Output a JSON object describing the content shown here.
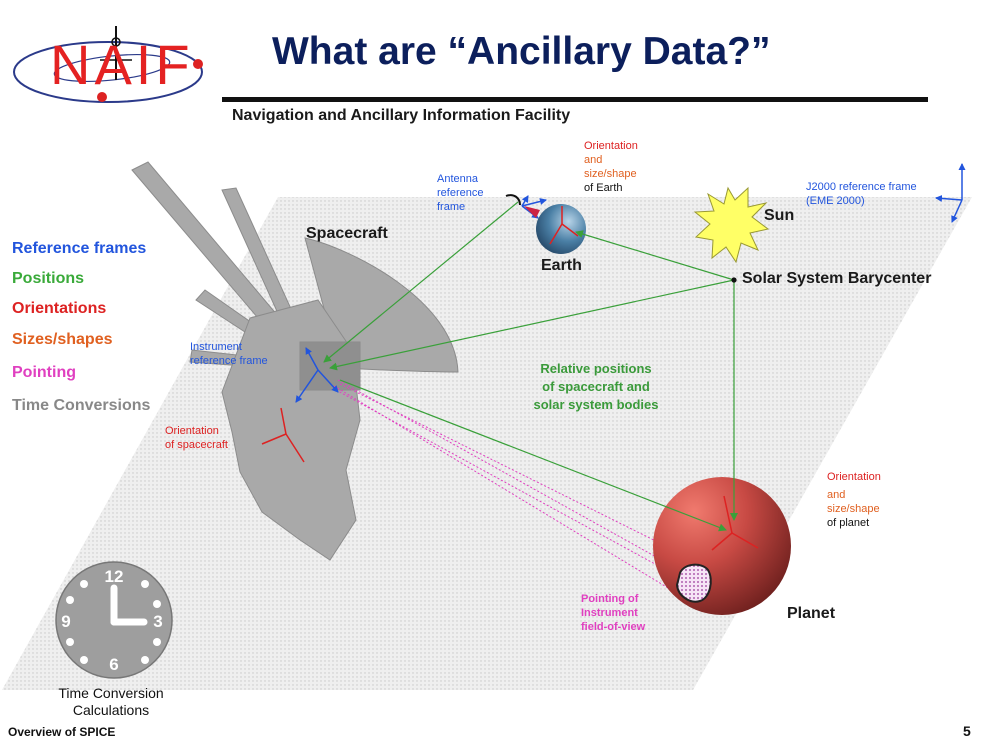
{
  "logo": {
    "text": "NAIF"
  },
  "title": "What are “Ancillary Data?”",
  "subtitle": "Navigation and Ancillary Information Facility",
  "footer": {
    "left": "Overview of SPICE",
    "page": "5"
  },
  "legend": [
    {
      "label": "Reference frames",
      "color": "#2255dd"
    },
    {
      "label": "Positions",
      "color": "#3aaa3a"
    },
    {
      "label": "Orientations",
      "color": "#dd2222"
    },
    {
      "label": "Sizes/shapes",
      "color": "#e06020"
    },
    {
      "label": "Pointing",
      "color": "#e040c0"
    },
    {
      "label": "Time Conversions",
      "color": "#888888"
    }
  ],
  "labels": {
    "spacecraft": "Spacecraft",
    "earth": "Earth",
    "sun": "Sun",
    "ssb": "Solar System Barycenter",
    "planet": "Planet",
    "antenna": [
      "Antenna",
      "reference",
      "frame"
    ],
    "instrument": [
      "Instrument",
      "reference  frame"
    ],
    "orient_sc": [
      "Orientation",
      "of spacecraft"
    ],
    "orient_earth": [
      "Orientation",
      "and",
      "size/shape",
      "of Earth"
    ],
    "j2000": [
      "J2000 reference frame",
      "(EME 2000)"
    ],
    "orient_planet": [
      "Orientation",
      "and",
      "size/shape",
      "of planet"
    ],
    "relpos": [
      "Relative positions",
      "of spacecraft and",
      "solar system bodies"
    ],
    "pointing": [
      "Pointing of",
      "Instrument",
      "field-of-view"
    ],
    "clock_caption": [
      "Time Conversion",
      "Calculations"
    ],
    "clock_numbers": [
      "12",
      "3",
      "6",
      "9"
    ]
  }
}
